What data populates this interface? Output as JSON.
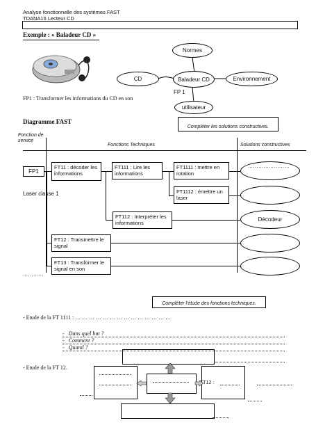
{
  "header": {
    "line1": "Analyse fonctionnelle des systèmes FAST",
    "line2": "TDANA16 Lecteur CD"
  },
  "example": {
    "title": "Exemple : « Baladeur CD »"
  },
  "bubbles": {
    "normes": "Normes",
    "cd": "CD",
    "baladeur": "Baladeur CD",
    "environnement": "Environnement",
    "utilisateur": "utilisateur",
    "fp1_label": "FP 1"
  },
  "fp1_text": "FP1 : Transformer les informations du CD en son",
  "fast": {
    "title": "Diagramme FAST",
    "instruction": "Compléter les solutions constructives.",
    "col_fonction": "Fonction de service",
    "col_techniques": "Fonctions Techniques",
    "col_solutions": "Solutions constructives",
    "fp1": "FP1",
    "laser": "Laser classe 1",
    "ft11": "FT11 : décoder les informations",
    "ft111": "FT111 : Lire les informations",
    "ft1111": "FT1111 : mettre en rotation",
    "ft1112": "FT1112 : émettre un laser",
    "ft112": "FT112 : Interpréter les informations",
    "ft12": "FT12 : Transmettre le signal",
    "ft13": "FT13 : Transformer le signal en son",
    "decodeur": "Décodeur",
    "dots_sol1": "……………………",
    "dots_bottom": "…………"
  },
  "study": {
    "instruction": "Compléter l'étude des fonctions techniques.",
    "ft1111_heading": "- Etude de la FT 1111 : … … … … … … … … … … … … … …",
    "q1": "Dans quel but ?",
    "q2": "Comment ?",
    "q3": "Quand ?",
    "ft12_heading": "- Etude de la FT 12.",
    "ft12_label": "FT12 :"
  }
}
